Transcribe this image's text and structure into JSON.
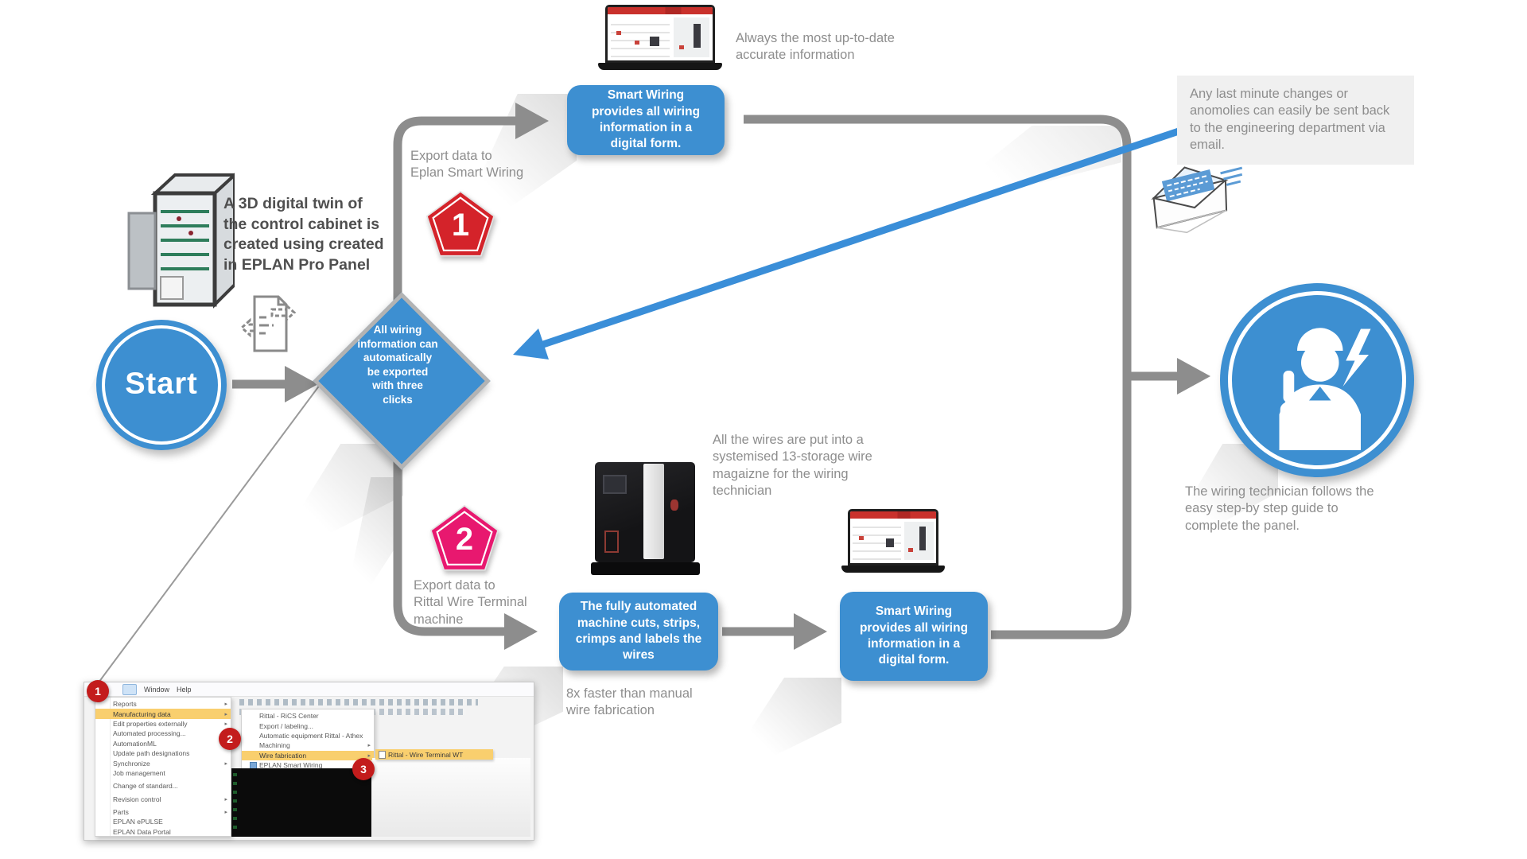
{
  "colors": {
    "blue": "#3d8fd1",
    "arrow_gray": "#8d8d8d",
    "email_blue": "#3a8ed8",
    "pentagon1_red": "#d4232a",
    "pentagon2_pink": "#e8186f",
    "badge_red": "#c31c1c",
    "menu_highlight": "#f9cf6e",
    "caption_gray": "#8e8e8e",
    "dark_text": "#4f4f4f"
  },
  "start_label": "Start",
  "cabinet_caption": "A 3D digital twin of\nthe control cabinet is\ncreated using created\nin EPLAN Pro Panel",
  "diamond_text": "All wiring\ninformation can\nautomatically\nbe exported\nwith three\nclicks",
  "steps": {
    "one": {
      "number": "1",
      "caption": "Export data to\nEplan Smart Wiring"
    },
    "two": {
      "number": "2",
      "caption": "Export data to\nRittal Wire Terminal\nmachine"
    }
  },
  "boxes": {
    "smart_wiring_top": "Smart Wiring\nprovides all wiring\ninformation in a\ndigital form.",
    "machine": "The fully automated\nmachine cuts, strips,\ncrimps and labels the\nwires",
    "smart_wiring_bottom": "Smart Wiring\nprovides all wiring\ninformation in a\ndigital form."
  },
  "captions": {
    "up_to_date": "Always the most up-to-date\naccurate information",
    "last_minute": "Any last minute changes or\nanomolies can easily be sent back\nto the engineering department via\nemail.",
    "wires_magazine": "All the wires are put into a\nsystemised 13-storage wire\nmagaizne for the wiring\ntechnician",
    "faster": "8x faster than manual\nwire fabrication",
    "technician": "The wiring technician follows the\neasy step-by step guide to\ncomplete the panel."
  },
  "menu_screenshot": {
    "menubar": [
      "Window",
      "Help"
    ],
    "badges": {
      "one": "1",
      "two": "2",
      "three": "3"
    },
    "left_menu": [
      {
        "label": "Reports",
        "arrow": true
      },
      {
        "label": "Manufacturing data",
        "arrow": true,
        "highlight": true
      },
      {
        "label": "Edit properties externally",
        "arrow": true
      },
      {
        "label": "Automated processing..."
      },
      {
        "label": "AutomationML"
      },
      {
        "label": "Update path designations"
      },
      {
        "label": "Synchronize",
        "arrow": true
      },
      {
        "label": "Job management",
        "gap_after": true
      },
      {
        "label": "Change of standard...",
        "gap_after": true
      },
      {
        "label": "Revision control",
        "arrow": true,
        "gap_after": true
      },
      {
        "label": "Parts",
        "arrow": true
      },
      {
        "label": "EPLAN ePULSE"
      },
      {
        "label": "EPLAN Data Portal"
      }
    ],
    "submenu": [
      {
        "label": "Rittal - RiCS Center"
      },
      {
        "label": "Export / labeling..."
      },
      {
        "label": "Automatic equipment Rittal - Athex"
      },
      {
        "label": "Machining",
        "arrow": true
      },
      {
        "label": "Wire fabrication",
        "arrow": true,
        "highlight": true
      },
      {
        "label": "EPLAN Smart Wiring",
        "icon": true
      }
    ],
    "flyout_item": "Rittal - Wire Terminal WT"
  }
}
